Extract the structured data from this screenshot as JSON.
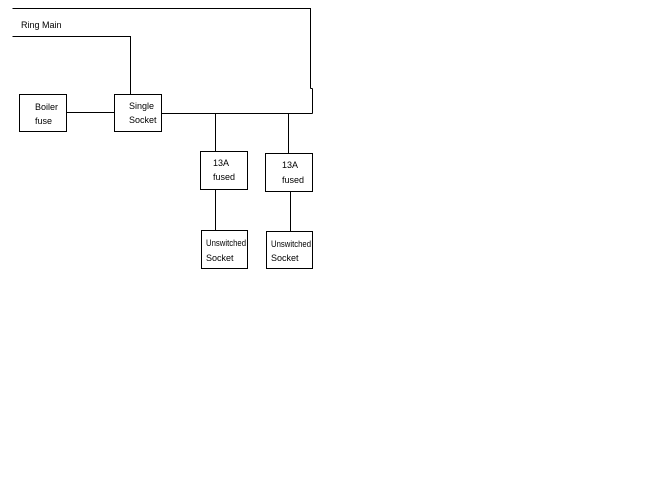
{
  "diagram": {
    "labels": {
      "ring_main": "Ring Main"
    },
    "nodes": {
      "boiler_fuse": {
        "line1": "Boiler",
        "line2": "fuse"
      },
      "single_socket": {
        "line1": "Single",
        "line2": "Socket"
      },
      "fused_spur_1": {
        "line1": "13A",
        "line2": "fused"
      },
      "fused_spur_2": {
        "line1": "13A",
        "line2": "fused"
      },
      "unswitched_socket_1": {
        "line1": "Unswitched",
        "line2": "Socket"
      },
      "unswitched_socket_2": {
        "line1": "Unswitched",
        "line2": "Socket"
      }
    },
    "colors": {
      "line": "#000000",
      "background": "#ffffff"
    }
  }
}
